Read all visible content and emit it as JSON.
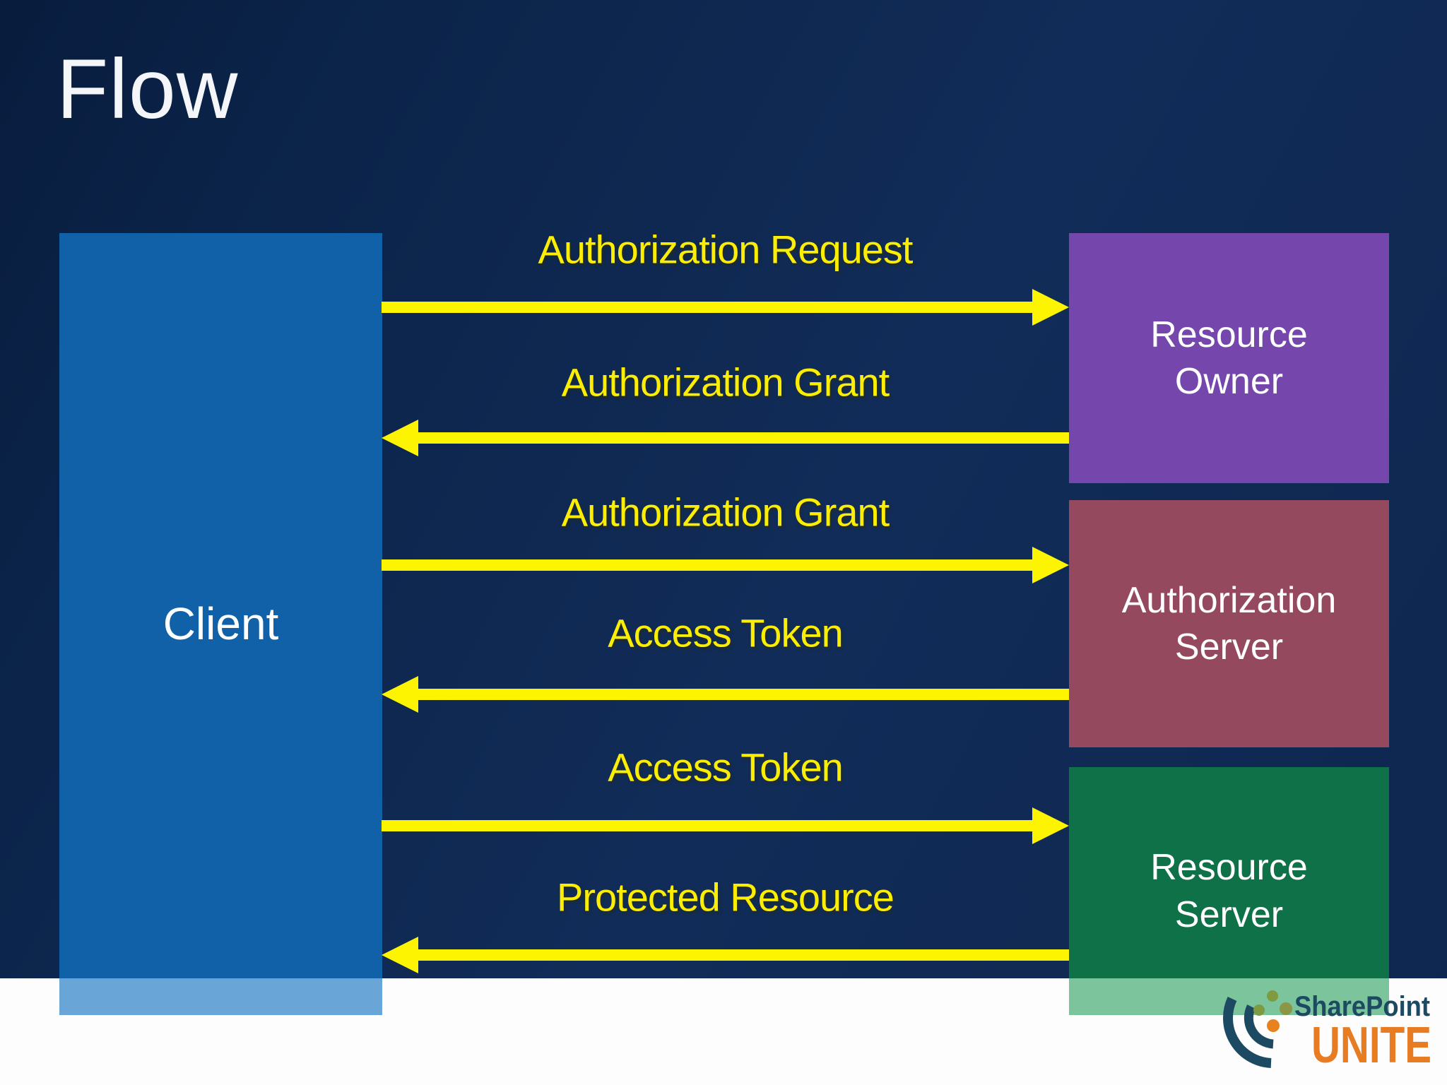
{
  "title": "Flow",
  "client": {
    "label": "Client"
  },
  "boxes": [
    {
      "name": "resource-owner",
      "label": "Resource\nOwner",
      "color": "#7546ab"
    },
    {
      "name": "authorization-server",
      "label": "Authorization\nServer",
      "color": "#95495f"
    },
    {
      "name": "resource-server",
      "label": "Resource\nServer",
      "color": "#0e7148",
      "color_over_footer": "#7cc49b"
    }
  ],
  "arrows": [
    {
      "label": "Authorization Request",
      "direction": "right",
      "from": "Client",
      "to": "Resource Owner"
    },
    {
      "label": "Authorization Grant",
      "direction": "left",
      "from": "Resource Owner",
      "to": "Client"
    },
    {
      "label": "Authorization Grant",
      "direction": "right",
      "from": "Client",
      "to": "Authorization Server"
    },
    {
      "label": "Access Token",
      "direction": "left",
      "from": "Authorization Server",
      "to": "Client"
    },
    {
      "label": "Access Token",
      "direction": "right",
      "from": "Client",
      "to": "Resource Server"
    },
    {
      "label": "Protected Resource",
      "direction": "left",
      "from": "Resource Server",
      "to": "Client"
    }
  ],
  "logo": {
    "brand": "SharePoint",
    "event": "UNITE"
  },
  "colors": {
    "background_navy": "#0e2750",
    "client_blue": "#1161a8",
    "client_blue_over_footer": "#6aa5d8",
    "arrow_yellow": "#fcf400",
    "label_yellow": "#fbee04",
    "footer_white": "#fdfdfd",
    "box_text_white": "#ffffff",
    "logo_navy": "#1d4a63",
    "logo_orange": "#e87c22",
    "logo_olive": "#7e9b41"
  }
}
